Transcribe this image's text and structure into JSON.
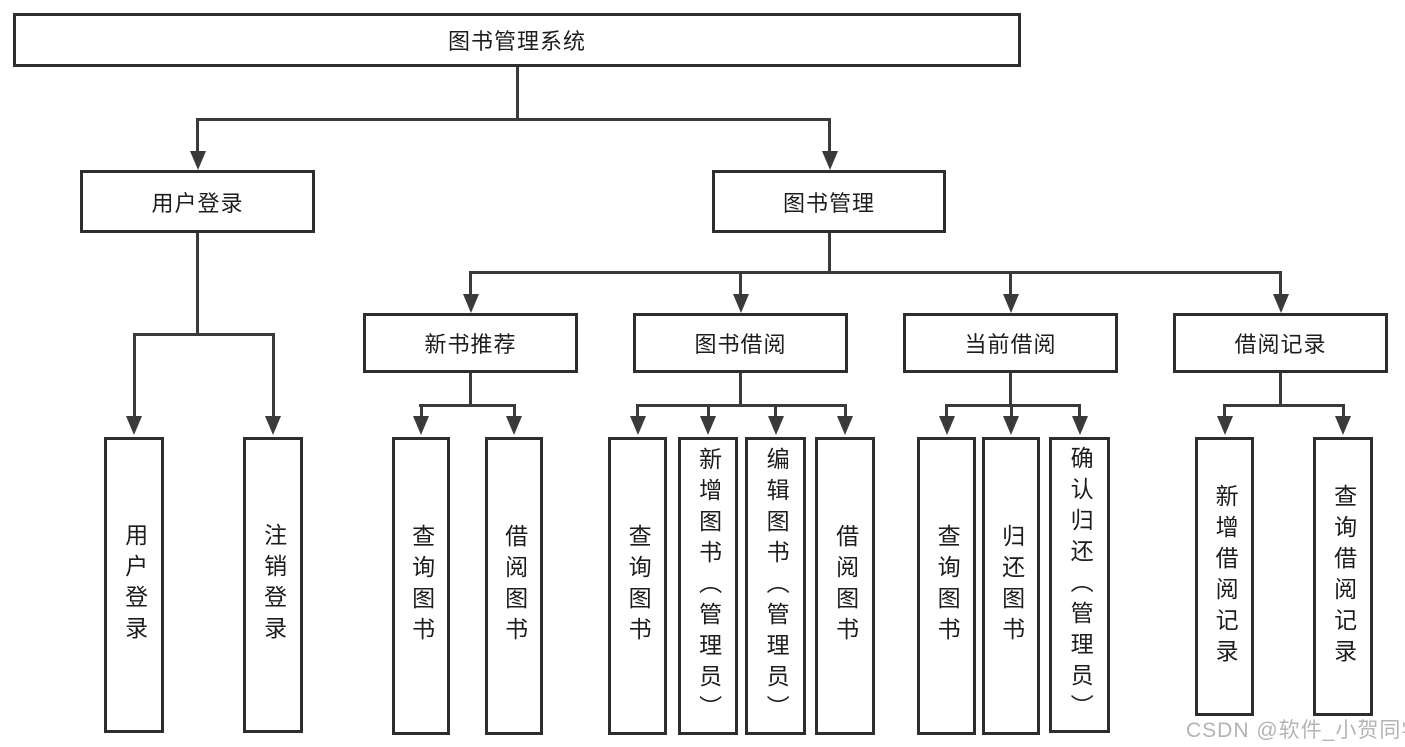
{
  "tree": {
    "root": {
      "label": "图书管理系统"
    },
    "branches": [
      {
        "label": "用户登录",
        "leaves": [
          {
            "label": "用户登录"
          },
          {
            "label": "注销登录"
          }
        ]
      },
      {
        "label": "图书管理",
        "groups": [
          {
            "label": "新书推荐",
            "leaves": [
              {
                "label": "查询图书"
              },
              {
                "label": "借阅图书"
              }
            ]
          },
          {
            "label": "图书借阅",
            "leaves": [
              {
                "label": "查询图书"
              },
              {
                "label": "新增图书（管理员）"
              },
              {
                "label": "编辑图书（管理员）"
              },
              {
                "label": "借阅图书"
              }
            ]
          },
          {
            "label": "当前借阅",
            "leaves": [
              {
                "label": "查询图书"
              },
              {
                "label": "归还图书"
              },
              {
                "label": "确认归还（管理员）"
              }
            ]
          },
          {
            "label": "借阅记录",
            "leaves": [
              {
                "label": "新增借阅记录"
              },
              {
                "label": "查询借阅记录"
              }
            ]
          }
        ]
      }
    ]
  },
  "watermark": {
    "text": "CSDN @软件_小贺同学"
  },
  "colors": {
    "line": "#3a3a3a",
    "box_border": "#2d2d2d",
    "text": "#1d1d1d",
    "background": "#ffffff",
    "watermark": "#b4b4b4"
  }
}
